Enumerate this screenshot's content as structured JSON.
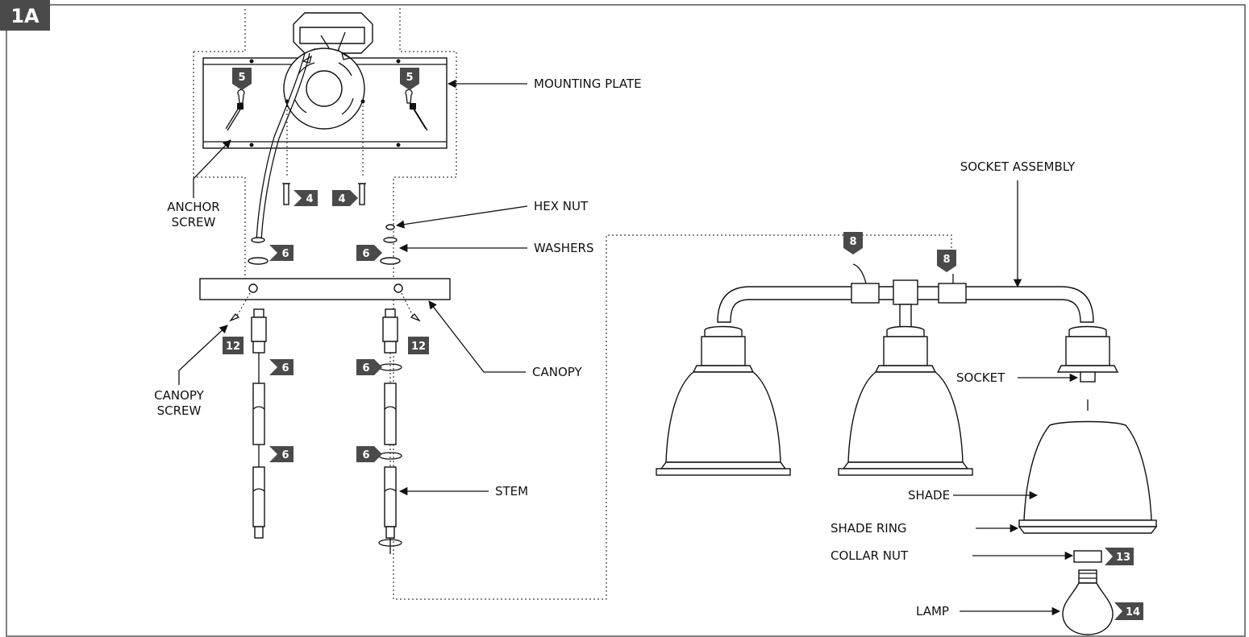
{
  "figure_id": "1A",
  "labels": {
    "mounting_plate": "MOUNTING PLATE",
    "anchor_screw_1": "ANCHOR",
    "anchor_screw_2": "SCREW",
    "hex_nut": "HEX NUT",
    "washers": "WASHERS",
    "canopy": "CANOPY",
    "canopy_screw_1": "CANOPY",
    "canopy_screw_2": "SCREW",
    "stem": "STEM",
    "socket_assembly": "SOCKET ASSEMBLY",
    "socket": "SOCKET",
    "shade": "SHADE",
    "shade_ring": "SHADE RING",
    "collar_nut": "COLLAR NUT",
    "lamp": "LAMP"
  },
  "steps": {
    "plate_left": "5",
    "plate_right": "5",
    "bolt_left": "4",
    "bolt_right": "4",
    "washer_left": "6",
    "washer_right": "6",
    "canopy_screw_left": "12",
    "canopy_screw_right": "12",
    "stem_left_1": "6",
    "stem_left_2": "6",
    "stem_right_1": "6",
    "stem_right_2": "6",
    "wire_1": "8",
    "wire_2": "8",
    "collar_nut": "13",
    "lamp": "14"
  }
}
